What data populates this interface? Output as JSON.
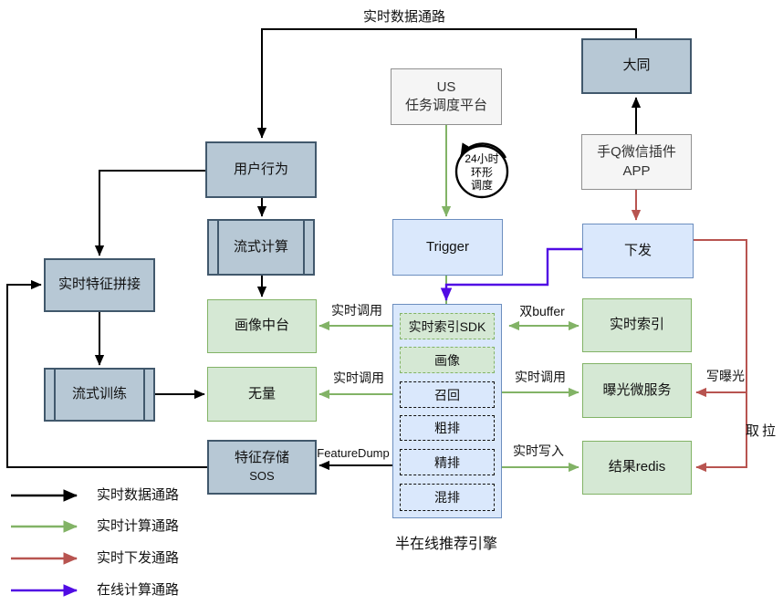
{
  "diagram": {
    "title_top": "实时数据通路",
    "engine_caption": "半在线推荐引擎"
  },
  "boxes": {
    "datong": {
      "label": "大同"
    },
    "us": {
      "line1": "US",
      "line2": "任务调度平台"
    },
    "app": {
      "line1": "手Q微信插件",
      "line2": "APP"
    },
    "user_behavior": {
      "label": "用户行为"
    },
    "stream_compute": {
      "label": "流式计算"
    },
    "trigger": {
      "label": "Trigger"
    },
    "dispatch": {
      "label": "下发"
    },
    "feature_join": {
      "label": "实时特征拼接"
    },
    "portrait_center": {
      "label": "画像中台"
    },
    "stream_train": {
      "label": "流式训练"
    },
    "wuliang": {
      "label": "无量"
    },
    "realtime_index": {
      "label": "实时索引"
    },
    "exposure_service": {
      "label": "曝光微服务"
    },
    "feature_store": {
      "line1": "特征存储",
      "line2": "SOS"
    },
    "result_redis": {
      "label": "结果redis"
    },
    "engine": {
      "sdk": "实时索引SDK",
      "portrait": "画像",
      "recall": "召回",
      "rough_rank": "粗排",
      "fine_rank": "精排",
      "mix_rank": "混排"
    }
  },
  "edge_labels": {
    "realtime_call_portrait": "实时调用",
    "realtime_call_wuliang": "实时调用",
    "realtime_call_exposure": "实时调用",
    "double_buffer": "双buffer",
    "realtime_write": "实时写入",
    "feature_dump": "FeatureDump",
    "write_exposure": "写曝光",
    "pull": "拉取",
    "schedule_circle": {
      "line1": "24小时",
      "line2": "环形",
      "line3": "调度"
    }
  },
  "legend": {
    "items": [
      {
        "label": "实时数据通路",
        "color": "#000000"
      },
      {
        "label": "实时计算通路",
        "color": "#82b366"
      },
      {
        "label": "实时下发通路",
        "color": "#b85450"
      },
      {
        "label": "在线计算通路",
        "color": "#500be4"
      }
    ]
  },
  "colors": {
    "node_bluegray_fill": "#b7c8d5",
    "node_bluegray_border": "#41586c",
    "node_blue_fill": "#dae8fc",
    "node_blue_border": "#6c8ebf",
    "node_green_fill": "#d5e8d4",
    "node_green_border": "#82b366",
    "node_gray_fill": "#f5f5f5",
    "node_gray_border": "#909090",
    "arrow_black": "#000000",
    "arrow_green": "#82b366",
    "arrow_red": "#b85450",
    "arrow_purple": "#500be4"
  }
}
